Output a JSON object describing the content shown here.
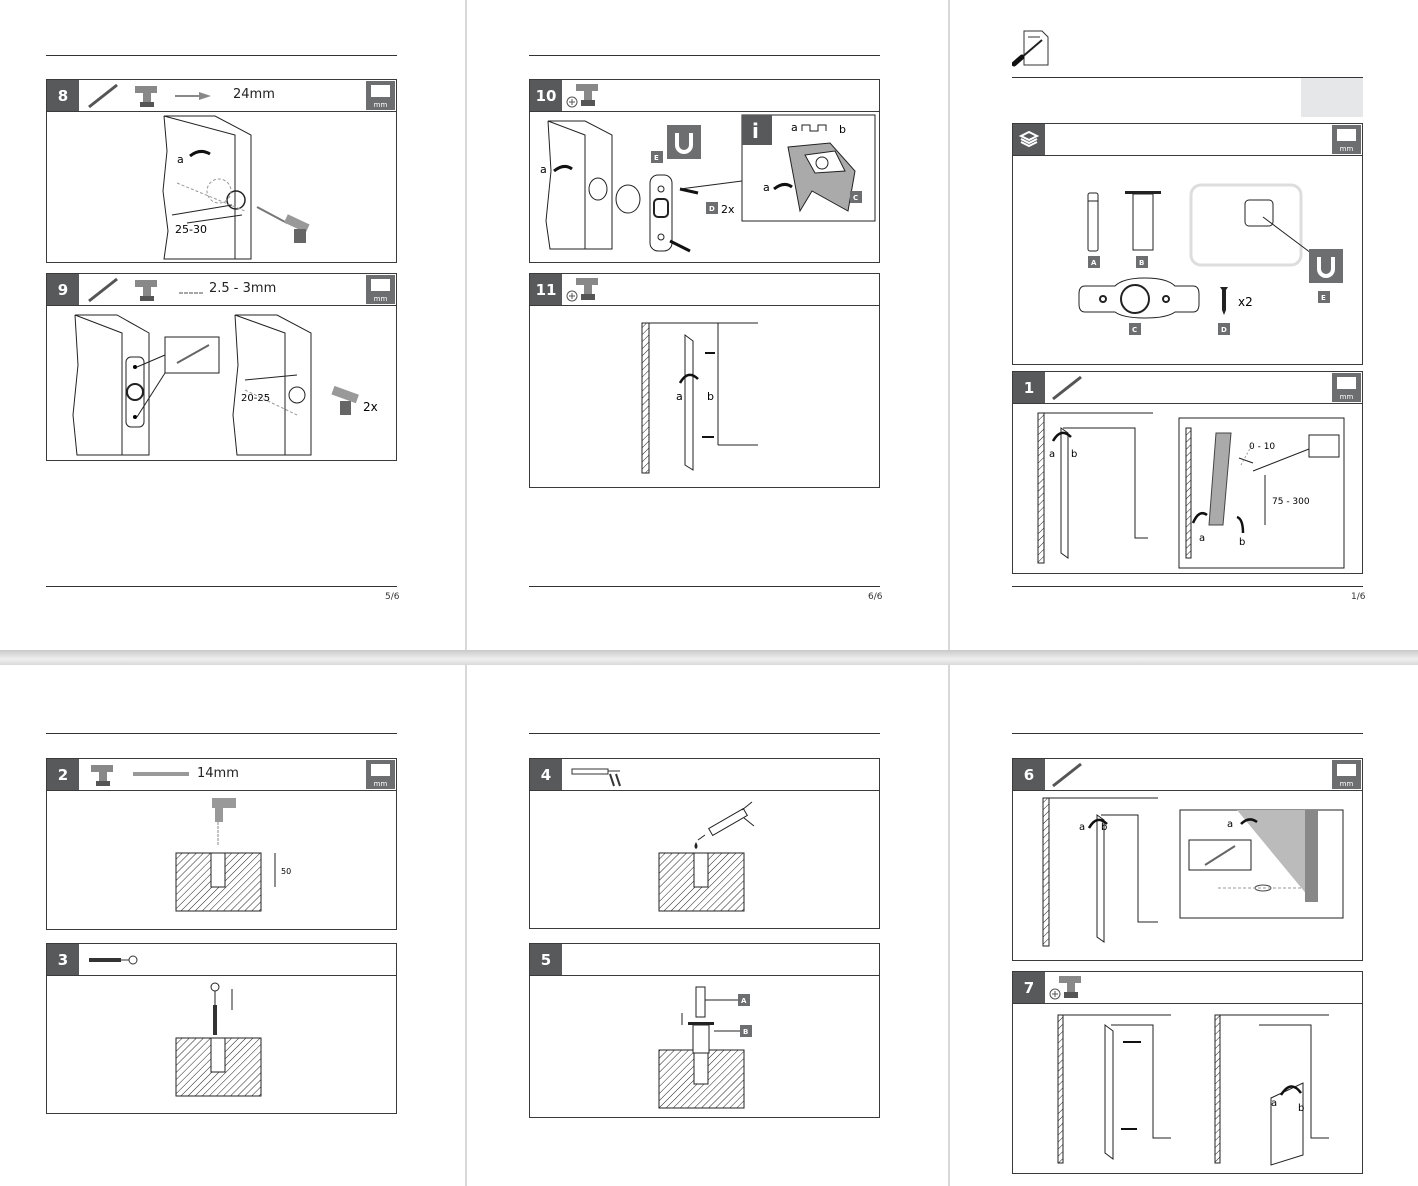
{
  "pages": [
    {
      "number": "5/6"
    },
    {
      "number": "6/6"
    },
    {
      "number": "1/6"
    }
  ],
  "icons": {
    "mm_label": "mm",
    "magnet": "magnet-icon",
    "info": "i",
    "pencil": "pencil-icon",
    "drill": "drill-icon",
    "box": "box-icon",
    "caulk_gun": "caulk-gun-icon",
    "manual": "manual-screwdriver-icon"
  },
  "steps": {
    "s8": {
      "num": "8",
      "size": "24mm",
      "a": "a",
      "dim": "25-30"
    },
    "s9": {
      "num": "9",
      "size": "2.5 - 3mm",
      "dim": "20-25",
      "count": "2x"
    },
    "s10": {
      "num": "10",
      "a": "a",
      "part_e": "E",
      "part_d": "D",
      "count": "2x",
      "info_a": "a",
      "info_b": "b",
      "info_c": "C",
      "info_a2": "a"
    },
    "s11": {
      "num": "11",
      "a": "a",
      "b": "b"
    },
    "s1": {
      "num": "1",
      "a": "a",
      "b": "b",
      "gap": "0 - 10",
      "range": "75 - 300",
      "a2": "a",
      "b2": "b"
    },
    "s2": {
      "num": "2",
      "size": "14mm",
      "depth": "50"
    },
    "s3": {
      "num": "3"
    },
    "s4": {
      "num": "4"
    },
    "s5": {
      "num": "5",
      "part_a": "A",
      "part_b": "B"
    },
    "s6": {
      "num": "6",
      "a": "a",
      "b": "b",
      "a2": "a"
    },
    "s7": {
      "num": "7",
      "a": "a",
      "b": "b"
    }
  },
  "parts": {
    "a": "A",
    "b": "B",
    "c": "C",
    "d": "D",
    "d_qty": "x2",
    "e": "E"
  },
  "colors": {
    "header_gray": "#58595b",
    "icon_gray": "#6d6e70",
    "tab_gray": "#e6e7e8"
  }
}
